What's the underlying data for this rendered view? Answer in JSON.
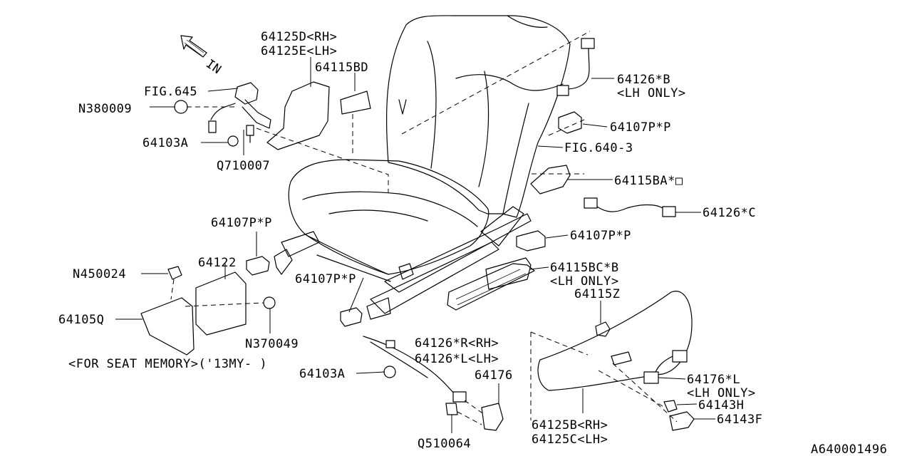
{
  "diagram": {
    "direction_label": "IN",
    "drawing_number": "A640001496",
    "labels": {
      "p64125d": "64125D<RH>",
      "p64125e": "64125E<LH>",
      "p64115bd": "64115BD",
      "fig645": "FIG.645",
      "n380009": "N380009",
      "p64103a_top": "64103A",
      "q710007": "Q710007",
      "p64126b": "64126*B",
      "p64126b_note": "<LH ONLY>",
      "p64107pp_1": "64107P*P",
      "fig640": "FIG.640-3",
      "p64115ba": "64115BA*□",
      "p64126c": "64126*C",
      "p64107pp_2": "64107P*P",
      "p64107pp_3": "64107P*P",
      "p64122": "64122",
      "n450024": "N450024",
      "p64107pp_4": "64107P*P",
      "p64115bc": "64115BC*B",
      "p64115bc_note": "<LH ONLY>",
      "p64115z": "64115Z",
      "p64105q": "64105Q",
      "n370049": "N370049",
      "seat_memory_note": "<FOR SEAT MEMORY>('13MY- )",
      "p64126r": "64126*R<RH>",
      "p64126l": "64126*L<LH>",
      "p64176": "64176",
      "p64103a_bottom": "64103A",
      "p64176l": "64176*L",
      "p64176l_note": "<LH ONLY>",
      "p64143h": "64143H",
      "p64143f": "64143F",
      "p64125b": "64125B<RH>",
      "p64125c": "64125C<LH>",
      "q510064": "Q510064"
    }
  }
}
